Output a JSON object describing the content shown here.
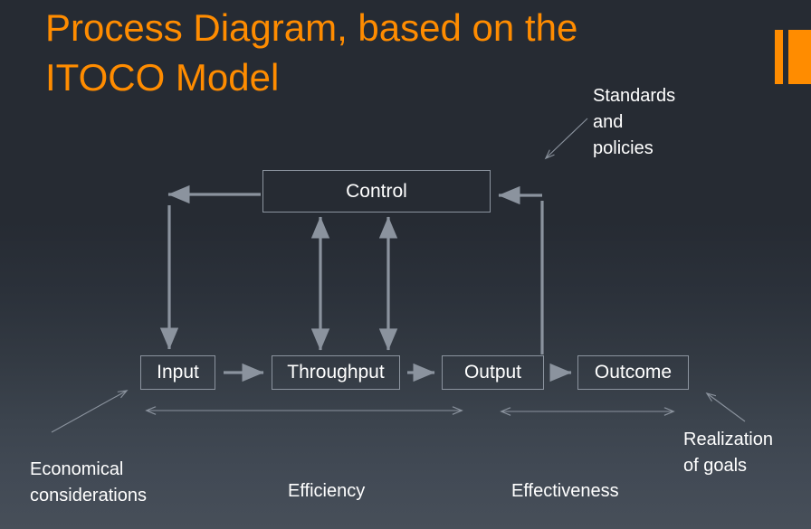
{
  "slide": {
    "title": "Process Diagram, based on the\nITOCO Model",
    "background_top_color": "#262b33",
    "background_bottom_color": "#474f59",
    "accent_color": "#FF8C00",
    "box_border_color": "#8c949f",
    "connector_color": "#8b939e",
    "text_color": "#ffffff"
  },
  "accent": {
    "thin_bar_name": "accent-bar-thin",
    "wide_bar_name": "accent-bar-wide"
  },
  "diagram": {
    "boxes": [
      {
        "id": "control",
        "label": "Control"
      },
      {
        "id": "input",
        "label": "Input"
      },
      {
        "id": "throughput",
        "label": "Throughput"
      },
      {
        "id": "output",
        "label": "Output"
      },
      {
        "id": "outcome",
        "label": "Outcome"
      }
    ],
    "annotations": [
      {
        "id": "standards",
        "label": "Standards\nand\npolicies"
      },
      {
        "id": "economical",
        "label": "Economical\nconsiderations"
      },
      {
        "id": "efficiency",
        "label": "Efficiency"
      },
      {
        "id": "effectiveness",
        "label": "Effectiveness"
      },
      {
        "id": "realization",
        "label": "Realization\nof goals"
      }
    ],
    "connectors": [
      {
        "id": "input-to-throughput",
        "from": "Input",
        "to": "Throughput",
        "kind": "arrow"
      },
      {
        "id": "throughput-to-output",
        "from": "Throughput",
        "to": "Output",
        "kind": "arrow"
      },
      {
        "id": "output-to-outcome",
        "from": "Output",
        "to": "Outcome",
        "kind": "arrow"
      },
      {
        "id": "control-to-input",
        "from": "Control",
        "to": "Input",
        "kind": "feedback-arrow"
      },
      {
        "id": "throughput-to-control",
        "from": "Throughput",
        "to": "Control",
        "kind": "double-arrow"
      },
      {
        "id": "throughput2-to-control",
        "from": "Throughput",
        "to": "Control",
        "kind": "double-arrow"
      },
      {
        "id": "output-to-control",
        "from": "Output",
        "to": "Control",
        "kind": "feedback-arrow"
      },
      {
        "id": "efficiency-span",
        "from": "Input",
        "to": "Output",
        "kind": "span-double-arrow"
      },
      {
        "id": "effectiveness-span",
        "from": "Output",
        "to": "Outcome",
        "kind": "span-double-arrow"
      },
      {
        "id": "standards-pointer",
        "from": "Standards and policies",
        "to": "Control",
        "kind": "thin-arrow"
      },
      {
        "id": "economical-pointer",
        "from": "Economical considerations",
        "to": "Input",
        "kind": "thin-arrow"
      },
      {
        "id": "realization-pointer",
        "from": "Realization of goals",
        "to": "Outcome",
        "kind": "thin-arrow"
      }
    ]
  }
}
